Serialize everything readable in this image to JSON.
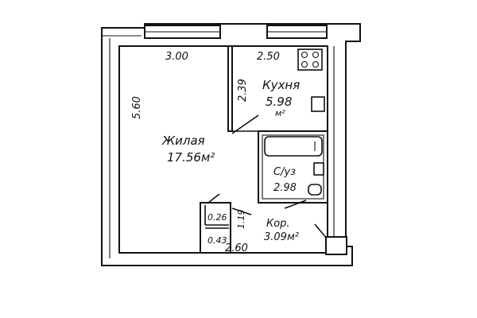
{
  "plan": {
    "dimensions": {
      "living_width": "3.00",
      "kitchen_width": "2.50",
      "living_height": "5.60",
      "kitchen_depth": "2.39",
      "corridor_width": "2.60",
      "corridor_depth": "1.19",
      "closet_top": "0.26",
      "closet_bottom": "0.43"
    },
    "rooms": {
      "living": {
        "name": "Жилая",
        "area": "17.56м²"
      },
      "kitchen": {
        "name": "Кухня",
        "area": "5.98",
        "unit": "м²"
      },
      "bathroom": {
        "name": "С/уз",
        "area": "2.98"
      },
      "corridor": {
        "name": "Кор.",
        "area": "3.09м²"
      }
    }
  }
}
